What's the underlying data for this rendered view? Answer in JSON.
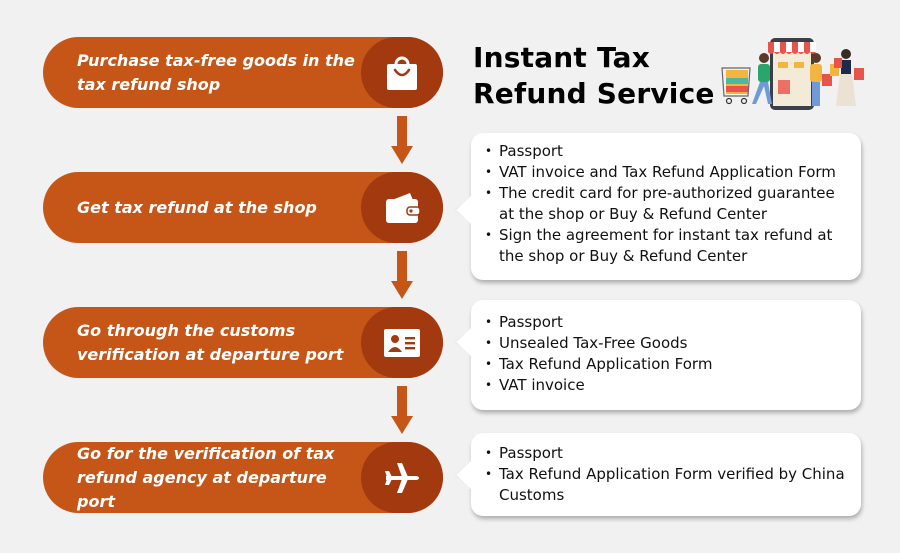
{
  "title": {
    "line1": "Instant Tax",
    "line2": "Refund Service"
  },
  "illustration": {
    "icon": "shopping-storefront-illustration"
  },
  "colors": {
    "background": "#f1f1f1",
    "pill": "#c65518",
    "pill_circle": "#a3390f",
    "arrow": "#c65518",
    "box": "#ffffff"
  },
  "steps": [
    {
      "line1": "Purchase tax-free goods in the",
      "line2": "tax refund shop",
      "icon": "shopping-bag-icon"
    },
    {
      "line1": "Get tax refund at the shop",
      "line2": "",
      "icon": "wallet-icon"
    },
    {
      "line1": "Go through the customs",
      "line2": "verification at departure port",
      "icon": "id-card-icon"
    },
    {
      "line1": "Go for the verification of tax",
      "line2": "refund agency at departure port",
      "icon": "airplane-icon"
    }
  ],
  "requirements": [
    {
      "for_step": 2,
      "items": [
        "Passport",
        "VAT invoice and Tax Refund Application Form",
        "The credit card for pre-authorized guarantee at the shop or Buy & Refund Center",
        "Sign the agreement for instant tax refund at the shop or Buy & Refund Center"
      ]
    },
    {
      "for_step": 3,
      "items": [
        "Passport",
        "Unsealed Tax-Free Goods",
        "Tax Refund Application Form",
        "VAT invoice"
      ]
    },
    {
      "for_step": 4,
      "items": [
        "Passport",
        "Tax Refund Application Form verified by China Customs"
      ]
    }
  ]
}
